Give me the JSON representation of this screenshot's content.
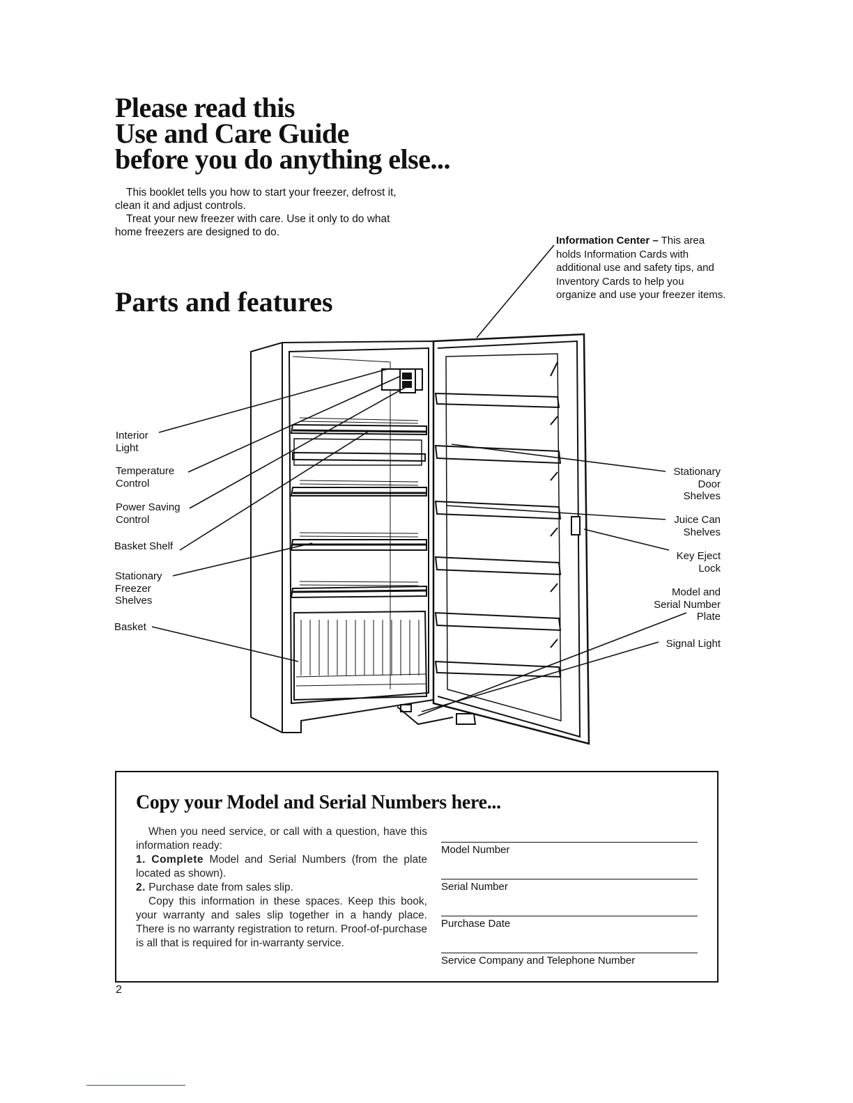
{
  "heading": {
    "line1": "Please read this",
    "line2": "Use and Care Guide",
    "line3": "before you do anything else..."
  },
  "intro": {
    "para1": "This booklet tells you how to start your freezer, defrost it, clean it and adjust controls.",
    "para2": "Treat your new freezer with care. Use it only to do what home freezers are designed to do."
  },
  "parts_title": "Parts and features",
  "info_center": {
    "title": "Information Center –",
    "text": "This area holds Information Cards with additional use and safety tips, and Inventory Cards to help you organize and use your freezer items."
  },
  "left_labels": {
    "interior_light": [
      "Interior",
      "Light"
    ],
    "temperature_control": [
      "Temperature",
      "Control"
    ],
    "power_saving_control": [
      "Power Saving",
      "Control"
    ],
    "basket_shelf": [
      "Basket Shelf"
    ],
    "stationary_freezer_shelves": [
      "Stationary",
      "Freezer",
      "Shelves"
    ],
    "basket": [
      "Basket"
    ]
  },
  "right_labels": {
    "stationary_door_shelves": [
      "Stationary",
      "Door",
      "Shelves"
    ],
    "juice_can_shelves": [
      "Juice Can",
      "Shelves"
    ],
    "key_eject_lock": [
      "Key Eject",
      "Lock"
    ],
    "model_serial_plate": [
      "Model and",
      "Serial Number",
      "Plate"
    ],
    "signal_light": [
      "Signal Light"
    ]
  },
  "copy_box": {
    "title": "Copy your Model and Serial Numbers here...",
    "intro": "When you need service, or call with a question, have this information ready:",
    "step1_num": "1.",
    "step1_bold": "Complete",
    "step1_text": "Model and Serial Numbers (from the plate located as shown).",
    "step2_num": "2.",
    "step2_text": "Purchase date from sales slip.",
    "outro": "Copy this information in these spaces. Keep this book, your warranty and sales slip together in a handy place. There is no warranty registration to return. Proof-of-purchase is all that is required for in-warranty service.",
    "fields": {
      "model_number": "Model Number",
      "serial_number": "Serial Number",
      "purchase_date": "Purchase Date",
      "service_company": "Service Company and Telephone Number"
    }
  },
  "page_number": "2"
}
